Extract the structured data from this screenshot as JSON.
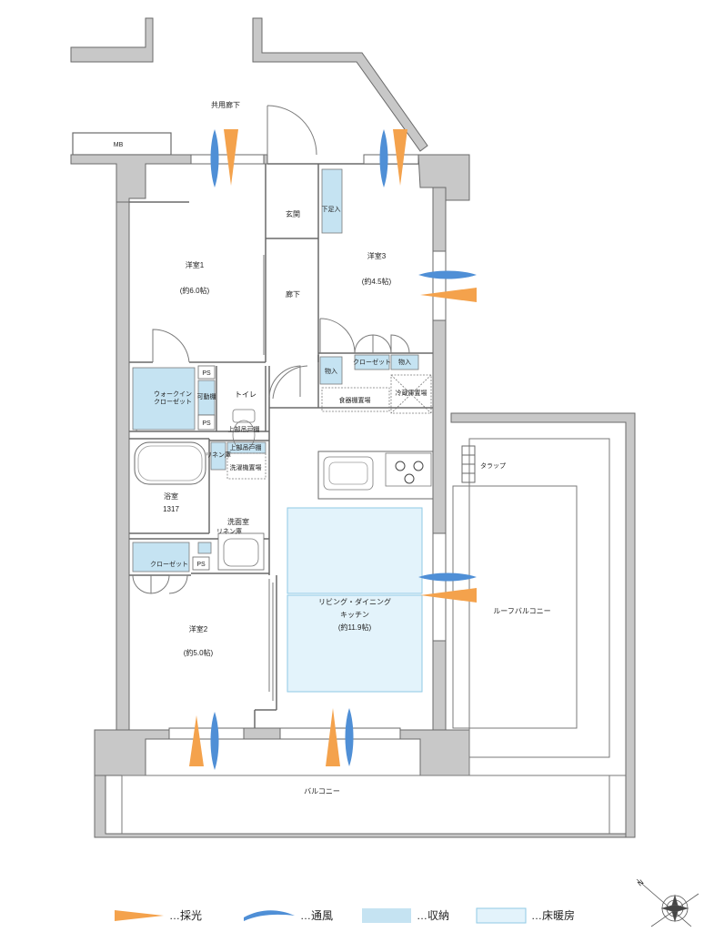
{
  "colors": {
    "wall": "#c8c8c8",
    "wall_stroke": "#6a6a6a",
    "line": "#7a7a7a",
    "storage": "#c5e3f2",
    "floor_heating": "#e3f3fb",
    "floor_heating_stroke": "#8fc9e6",
    "light": "#f4a24c",
    "wind": "#4f8fd6"
  },
  "labels": {
    "common_corridor": "共用廊下",
    "mb": "MB",
    "entrance": "玄関",
    "shoe_closet": "下足入",
    "bedroom1": "洋室1",
    "bedroom1_size": "(約6.0帖)",
    "bedroom3": "洋室3",
    "bedroom3_size": "(約4.5帖)",
    "hallway": "廊下",
    "walkin_closet": "ウォークイン\nクローゼット",
    "movable_shelf": "可動棚",
    "ps": "PS",
    "toilet": "トイレ",
    "upper_cabinet": "上部吊戸棚",
    "storage": "物入",
    "closet": "クローゼット",
    "fridge_space": "冷蔵庫置場",
    "pantry": "食器棚置場",
    "linen": "リネン庫",
    "upper_cabinet2": "上部吊戸棚",
    "washer_space": "洗濯機置場",
    "bathroom": "浴室",
    "bathroom_size": "1317",
    "washroom": "洗面室",
    "linen2": "リネン庫",
    "closet2": "クローゼット",
    "ldk": "リビング・ダイニング",
    "kitchen": "キッチン",
    "ldk_size": "(約11.9帖)",
    "bedroom2": "洋室2",
    "bedroom2_size": "(約5.0帖)",
    "trap": "タラップ",
    "roof_balcony": "ルーフバルコニー",
    "balcony": "バルコニー",
    "north": "N"
  },
  "legend": {
    "light": "…採光",
    "wind": "…通風",
    "storage": "…収納",
    "floor_heating": "…床暖房"
  }
}
